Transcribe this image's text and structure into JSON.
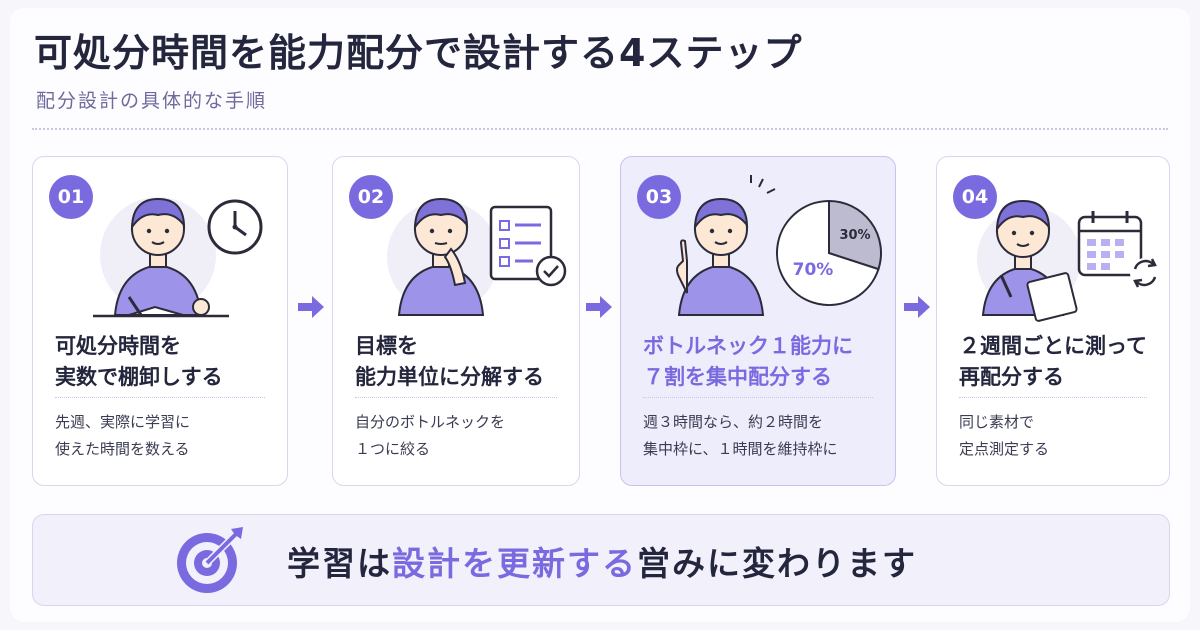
{
  "header": {
    "title": "可処分時間を能力配分で設計する4ステップ",
    "subtitle": "配分設計の具体的な手順"
  },
  "steps": [
    {
      "number": "01",
      "heading": [
        "可処分時間を",
        "実数で棚卸しする"
      ],
      "body": [
        "先週、実際に学習に",
        "使えた時間を数える"
      ],
      "icon": "clock-icon",
      "highlighted": false
    },
    {
      "number": "02",
      "heading": [
        "目標を",
        "能力単位に分解する"
      ],
      "body": [
        "自分のボトルネックを",
        "１つに絞る"
      ],
      "icon": "checklist-icon",
      "highlighted": false
    },
    {
      "number": "03",
      "heading": [
        "ボトルネック１能力に",
        "７割を集中配分する"
      ],
      "body": [
        "週３時間なら、約２時間を",
        "集中枠に、１時間を維持枠に"
      ],
      "icon": "pie-chart-icon",
      "highlighted": true,
      "pie": {
        "big_label": "70%",
        "small_label": "30%",
        "big_value": 70,
        "small_value": 30
      }
    },
    {
      "number": "04",
      "heading": [
        "２週間ごとに測って",
        "再配分する"
      ],
      "body": [
        "同じ素材で",
        "定点測定する"
      ],
      "icon": "calendar-refresh-icon",
      "highlighted": false
    }
  ],
  "banner": {
    "icon": "target-icon",
    "pre": "学習は",
    "accent": "設計を更新する",
    "post": "営みに変わります"
  },
  "colors": {
    "accent": "#7a6ae0",
    "accent_light": "#eeedfc",
    "text": "#24263d",
    "border": "#d8d5ee"
  }
}
